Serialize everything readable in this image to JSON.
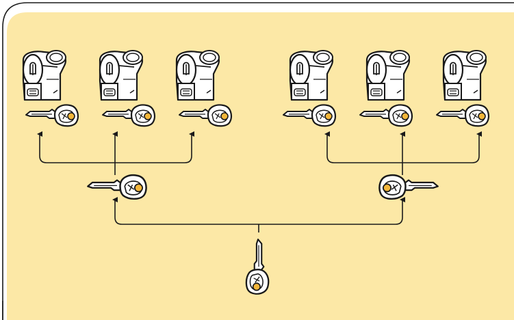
{
  "diagram": {
    "type": "master-key-hierarchy",
    "levels": [
      {
        "level": "grand-master-key",
        "count": 1
      },
      {
        "level": "master-key",
        "count": 2
      },
      {
        "level": "individual-key",
        "count": 6
      },
      {
        "level": "lock-cylinder",
        "count": 6
      }
    ],
    "groups": [
      {
        "master_key": "master-key-left",
        "cylinders": 3
      },
      {
        "master_key": "master-key-right",
        "cylinders": 3
      }
    ]
  },
  "colors": {
    "panel_fill": "#fce8a6",
    "frame_stroke": "#1a1a1a",
    "line": "#1a1a1a",
    "key_fill": "#ffffff",
    "key_accent": "#f3b63a",
    "cylinder_fill": "#ffffff"
  },
  "icons": {
    "lock_cylinder": "lock-cylinder-icon",
    "key": "key-icon",
    "arrow": "arrow-up-icon"
  }
}
